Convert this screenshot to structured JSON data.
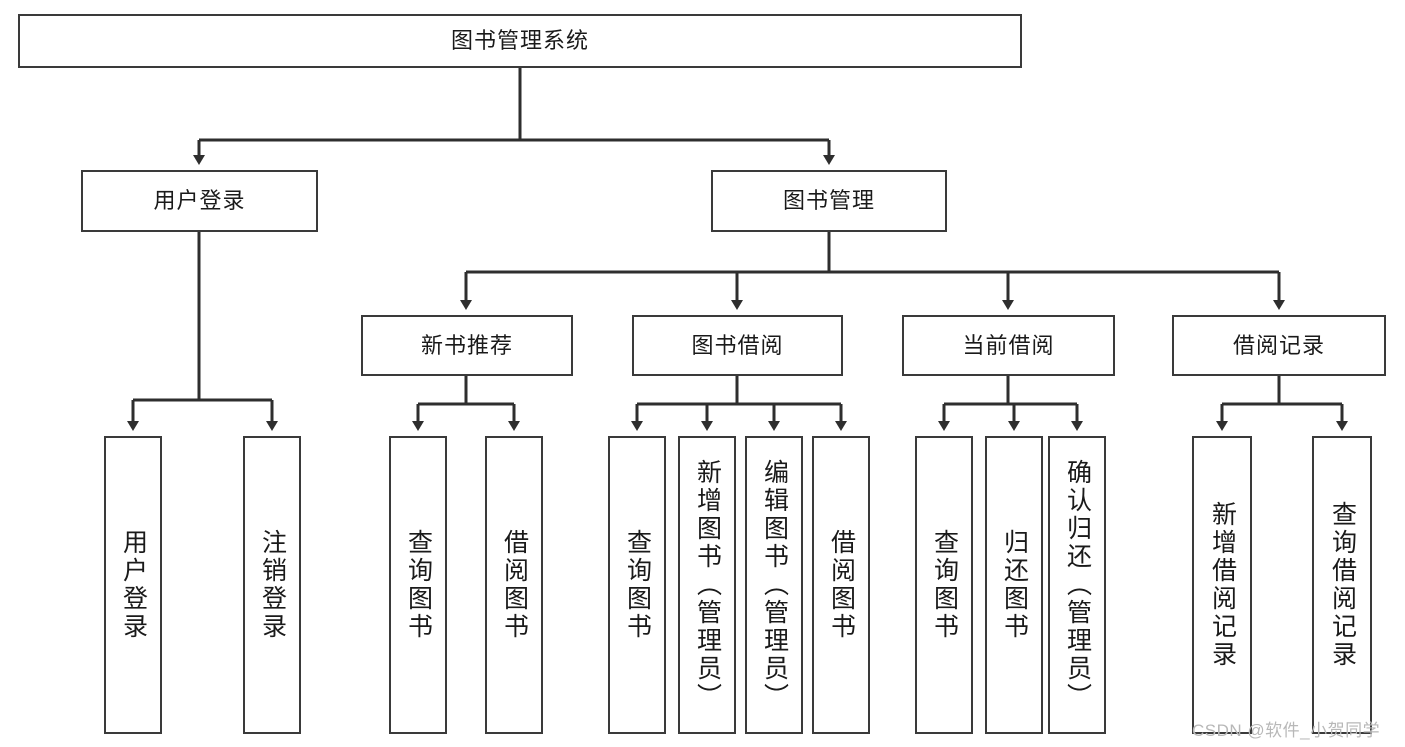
{
  "diagram": {
    "type": "tree-hierarchy-chart",
    "title": "图书管理系统",
    "stroke_color": "#3a3a3a",
    "background_color": "#ffffff",
    "text_color": "#1a1a1a",
    "nodes": {
      "root": {
        "label": "图书管理系统"
      },
      "level2": [
        {
          "id": "user-login",
          "label": "用户登录"
        },
        {
          "id": "book-management",
          "label": "图书管理"
        }
      ],
      "level3": [
        {
          "id": "new-book-recommend",
          "label": "新书推荐"
        },
        {
          "id": "book-borrow",
          "label": "图书借阅"
        },
        {
          "id": "current-borrow",
          "label": "当前借阅"
        },
        {
          "id": "borrow-record",
          "label": "借阅记录"
        }
      ],
      "leaves": {
        "user_login": [
          {
            "id": "leaf-user-login",
            "label": "用户登录"
          },
          {
            "id": "leaf-logout-login",
            "label": "注销登录"
          }
        ],
        "new_book_recommend": [
          {
            "id": "leaf-query-book-1",
            "label": "查询图书"
          },
          {
            "id": "leaf-borrow-book-1",
            "label": "借阅图书"
          }
        ],
        "book_borrow": [
          {
            "id": "leaf-query-book-2",
            "label": "查询图书"
          },
          {
            "id": "leaf-add-book-admin",
            "label": "新增图书（管理员）"
          },
          {
            "id": "leaf-edit-book-admin",
            "label": "编辑图书（管理员）"
          },
          {
            "id": "leaf-borrow-book-2",
            "label": "借阅图书"
          }
        ],
        "current_borrow": [
          {
            "id": "leaf-query-book-3",
            "label": "查询图书"
          },
          {
            "id": "leaf-return-book",
            "label": "归还图书"
          },
          {
            "id": "leaf-confirm-return-admin",
            "label": "确认归还（管理员）"
          }
        ],
        "borrow_record": [
          {
            "id": "leaf-add-borrow-record",
            "label": "新增借阅记录"
          },
          {
            "id": "leaf-query-borrow-record",
            "label": "查询借阅记录"
          }
        ]
      }
    },
    "watermark": "CSDN @软件_小贺同学"
  }
}
